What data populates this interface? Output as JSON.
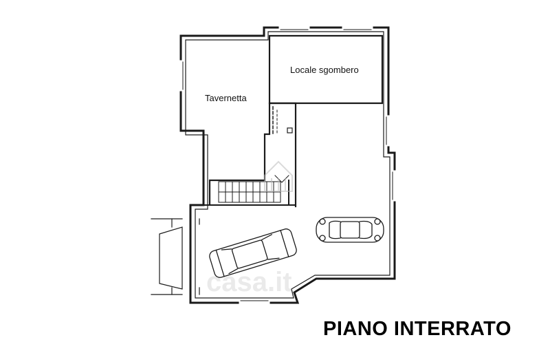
{
  "rooms": {
    "tavernetta": "Tavernetta",
    "locale_sgombero": "Locale sgombero"
  },
  "floor_title": "PIANO INTERRATO",
  "watermark": "casa.it",
  "colors": {
    "wall": "#1a1a1a",
    "background": "#ffffff",
    "watermark": "#a0a0a0"
  },
  "icons": [
    "car-icon",
    "car-icon",
    "staircase-icon",
    "watermark-house-icon"
  ]
}
